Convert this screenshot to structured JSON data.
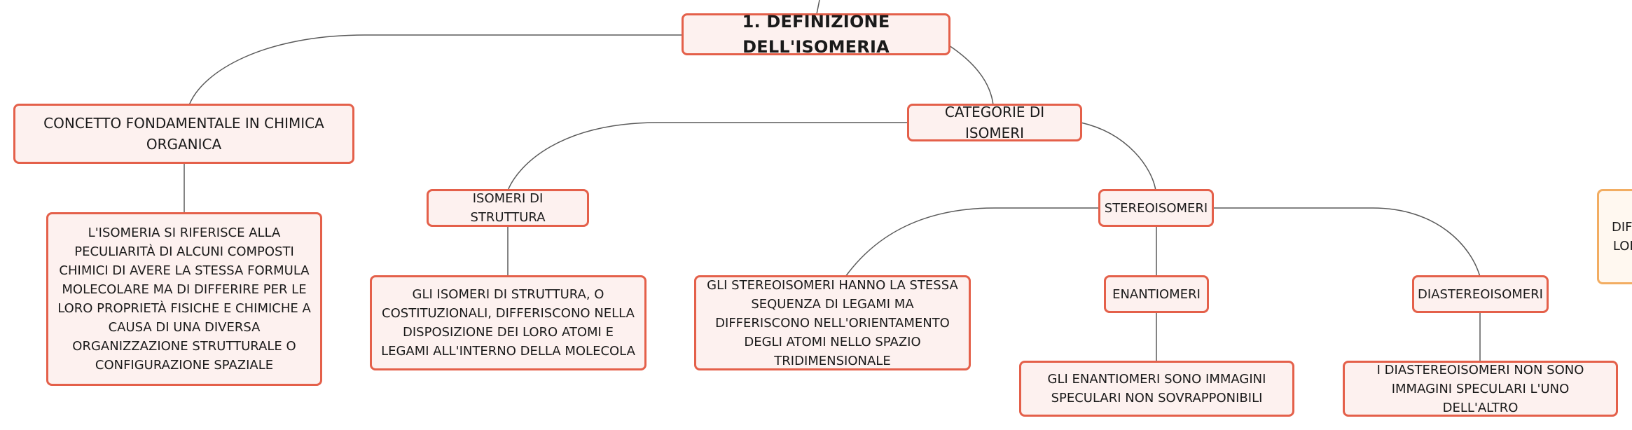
{
  "nodes": {
    "root": "1. DEFINIZIONE DELL'ISOMERIA",
    "concetto": "CONCETTO FONDAMENTALE IN CHIMICA ORGANICA",
    "concetto_desc": "L'ISOMERIA SI RIFERISCE ALLA PECULIARITÀ DI ALCUNI COMPOSTI CHIMICI DI AVERE LA STESSA FORMULA MOLECOLARE MA DI DIFFERIRE PER LE LORO PROPRIETÀ FISICHE E CHIMICHE A CAUSA DI UNA DIVERSA ORGANIZZAZIONE STRUTTURALE O CONFIGURAZIONE SPAZIALE",
    "categorie": "CATEGORIE DI ISOMERI",
    "struttura": "ISOMERI DI STRUTTURA",
    "struttura_desc": "GLI ISOMERI DI STRUTTURA, O COSTITUZIONALI, DIFFERISCONO NELLA DISPOSIZIONE DEI LORO ATOMI E LEGAMI ALL'INTERNO DELLA MOLECOLA",
    "stereo": "STEREOISOMERI",
    "stereo_desc": "GLI STEREOISOMERI HANNO LA STESSA SEQUENZA DI LEGAMI MA DIFFERISCONO NELL'ORIENTAMENTO DEGLI ATOMI NELLO SPAZIO TRIDIMENSIONALE",
    "enantiomeri": "ENANTIOMERI",
    "enantiomeri_desc": "GLI ENANTIOMERI SONO IMMAGINI SPECULARI NON SOVRAPPONIBILI",
    "diastereo": "DIASTEREOISOMERI",
    "diastereo_desc": "I DIASTEREOISOMERI NON SONO IMMAGINI SPECULARI L'UNO DELL'ALTRO",
    "offscreen": "DIFF\nLOR"
  },
  "colors": {
    "border": "#e4604a",
    "fill": "#fdf1ef",
    "offscreen_border": "#f2ad62"
  }
}
